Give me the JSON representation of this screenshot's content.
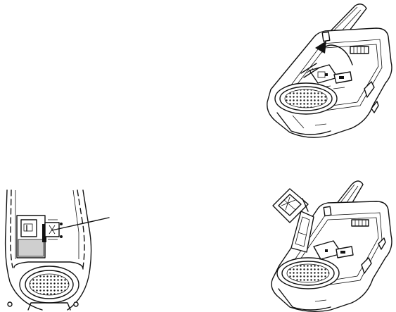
{
  "figure": {
    "panels": [
      {
        "id": "open-cover",
        "arrow": "curved-arrow-icon"
      },
      {
        "id": "sim-closeup",
        "callout": "callout-line"
      },
      {
        "id": "insert-card",
        "card": "sim-card-icon"
      }
    ],
    "colors": {
      "ink": "#111111",
      "paper": "#ffffff",
      "shade": "#cfcfcf"
    }
  }
}
